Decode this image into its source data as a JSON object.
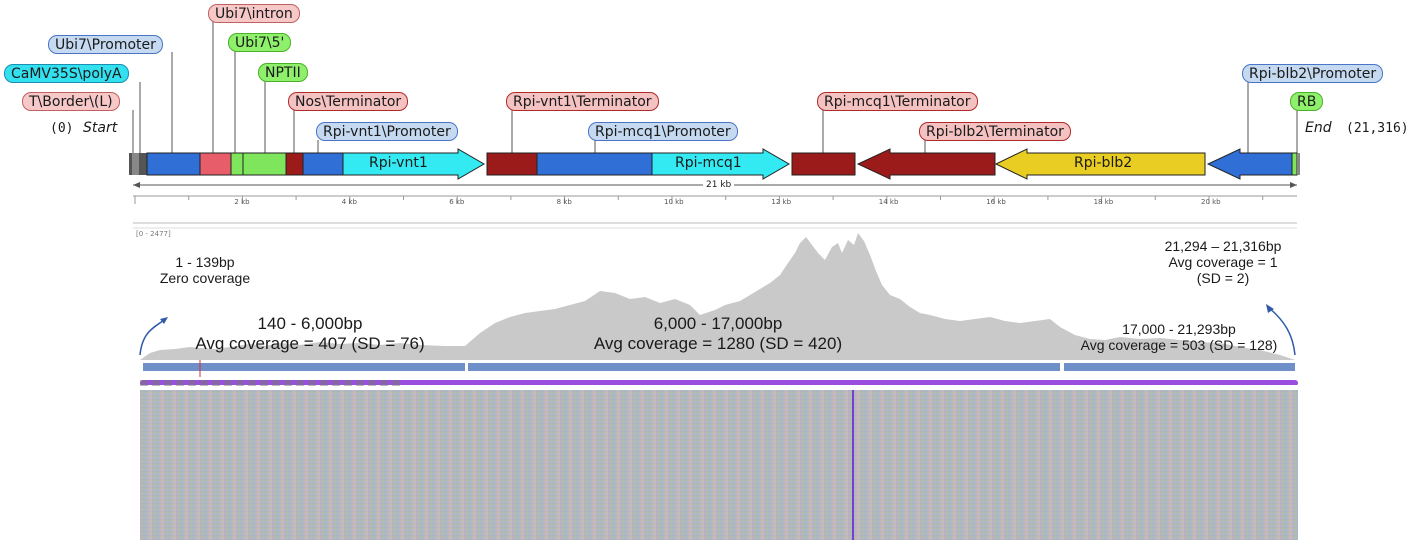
{
  "feature_labels": {
    "ubi7_intron": "Ubi7\\intron",
    "ubi7_promoter": "Ubi7\\Promoter",
    "ubi7_5utr": "Ubi7\\5'",
    "camv35s_polya": "CaMV35S\\polyA",
    "nptii": "NPTII",
    "t_border_l": "T\\Border\\(L)",
    "nos_terminator": "Nos\\Terminator",
    "rpi_vnt1_promoter": "Rpi-vnt1\\Promoter",
    "rpi_vnt1_terminator": "Rpi-vnt1\\Terminator",
    "rpi_mcq1_promoter": "Rpi-mcq1\\Promoter",
    "rpi_mcq1_terminator": "Rpi-mcq1\\Terminator",
    "rpi_blb2_terminator": "Rpi-blb2\\Terminator",
    "rpi_blb2_promoter": "Rpi-blb2\\Promoter",
    "rb": "RB"
  },
  "start": {
    "coord": "(0)",
    "label": "Start"
  },
  "end": {
    "label": "End",
    "coord": "(21,316)"
  },
  "genes": {
    "rpi_vnt1": "Rpi-vnt1",
    "rpi_mcq1": "Rpi-mcq1",
    "rpi_blb2": "Rpi-blb2"
  },
  "ruler": {
    "total": "21 kb",
    "ticks": [
      "2 kb",
      "4 kb",
      "6 kb",
      "8 kb",
      "10 kb",
      "12 kb",
      "14 kb",
      "16 kb",
      "18 kb",
      "20 kb"
    ],
    "tick_positions_kb": [
      2,
      4,
      6,
      8,
      10,
      12,
      14,
      16,
      18,
      20
    ]
  },
  "coverage": {
    "scale_label": "[0 - 2477]",
    "regions": [
      {
        "range": "1 - 139bp",
        "stat": "Zero coverage"
      },
      {
        "range": "140 - 6,000bp",
        "stat": "Avg coverage = 407 (SD = 76)"
      },
      {
        "range": "6,000 - 17,000bp",
        "stat": "Avg coverage = 1280 (SD = 420)"
      },
      {
        "range": "17,000 - 21,293bp",
        "stat": "Avg coverage = 503 (SD = 128)"
      },
      {
        "range": "21,294 – 21,316bp",
        "stat": "Avg coverage = 1",
        "stat2": "(SD = 2)"
      }
    ]
  },
  "colors": {
    "promoter": "#2f6fd6",
    "terminator": "#9b1b1b",
    "gene_cyan": "#33eaf2",
    "gene_yellow": "#e9cd22",
    "intron": "#e85d6a",
    "green": "#7ee55c",
    "coverage": "#c9c9c9"
  }
}
